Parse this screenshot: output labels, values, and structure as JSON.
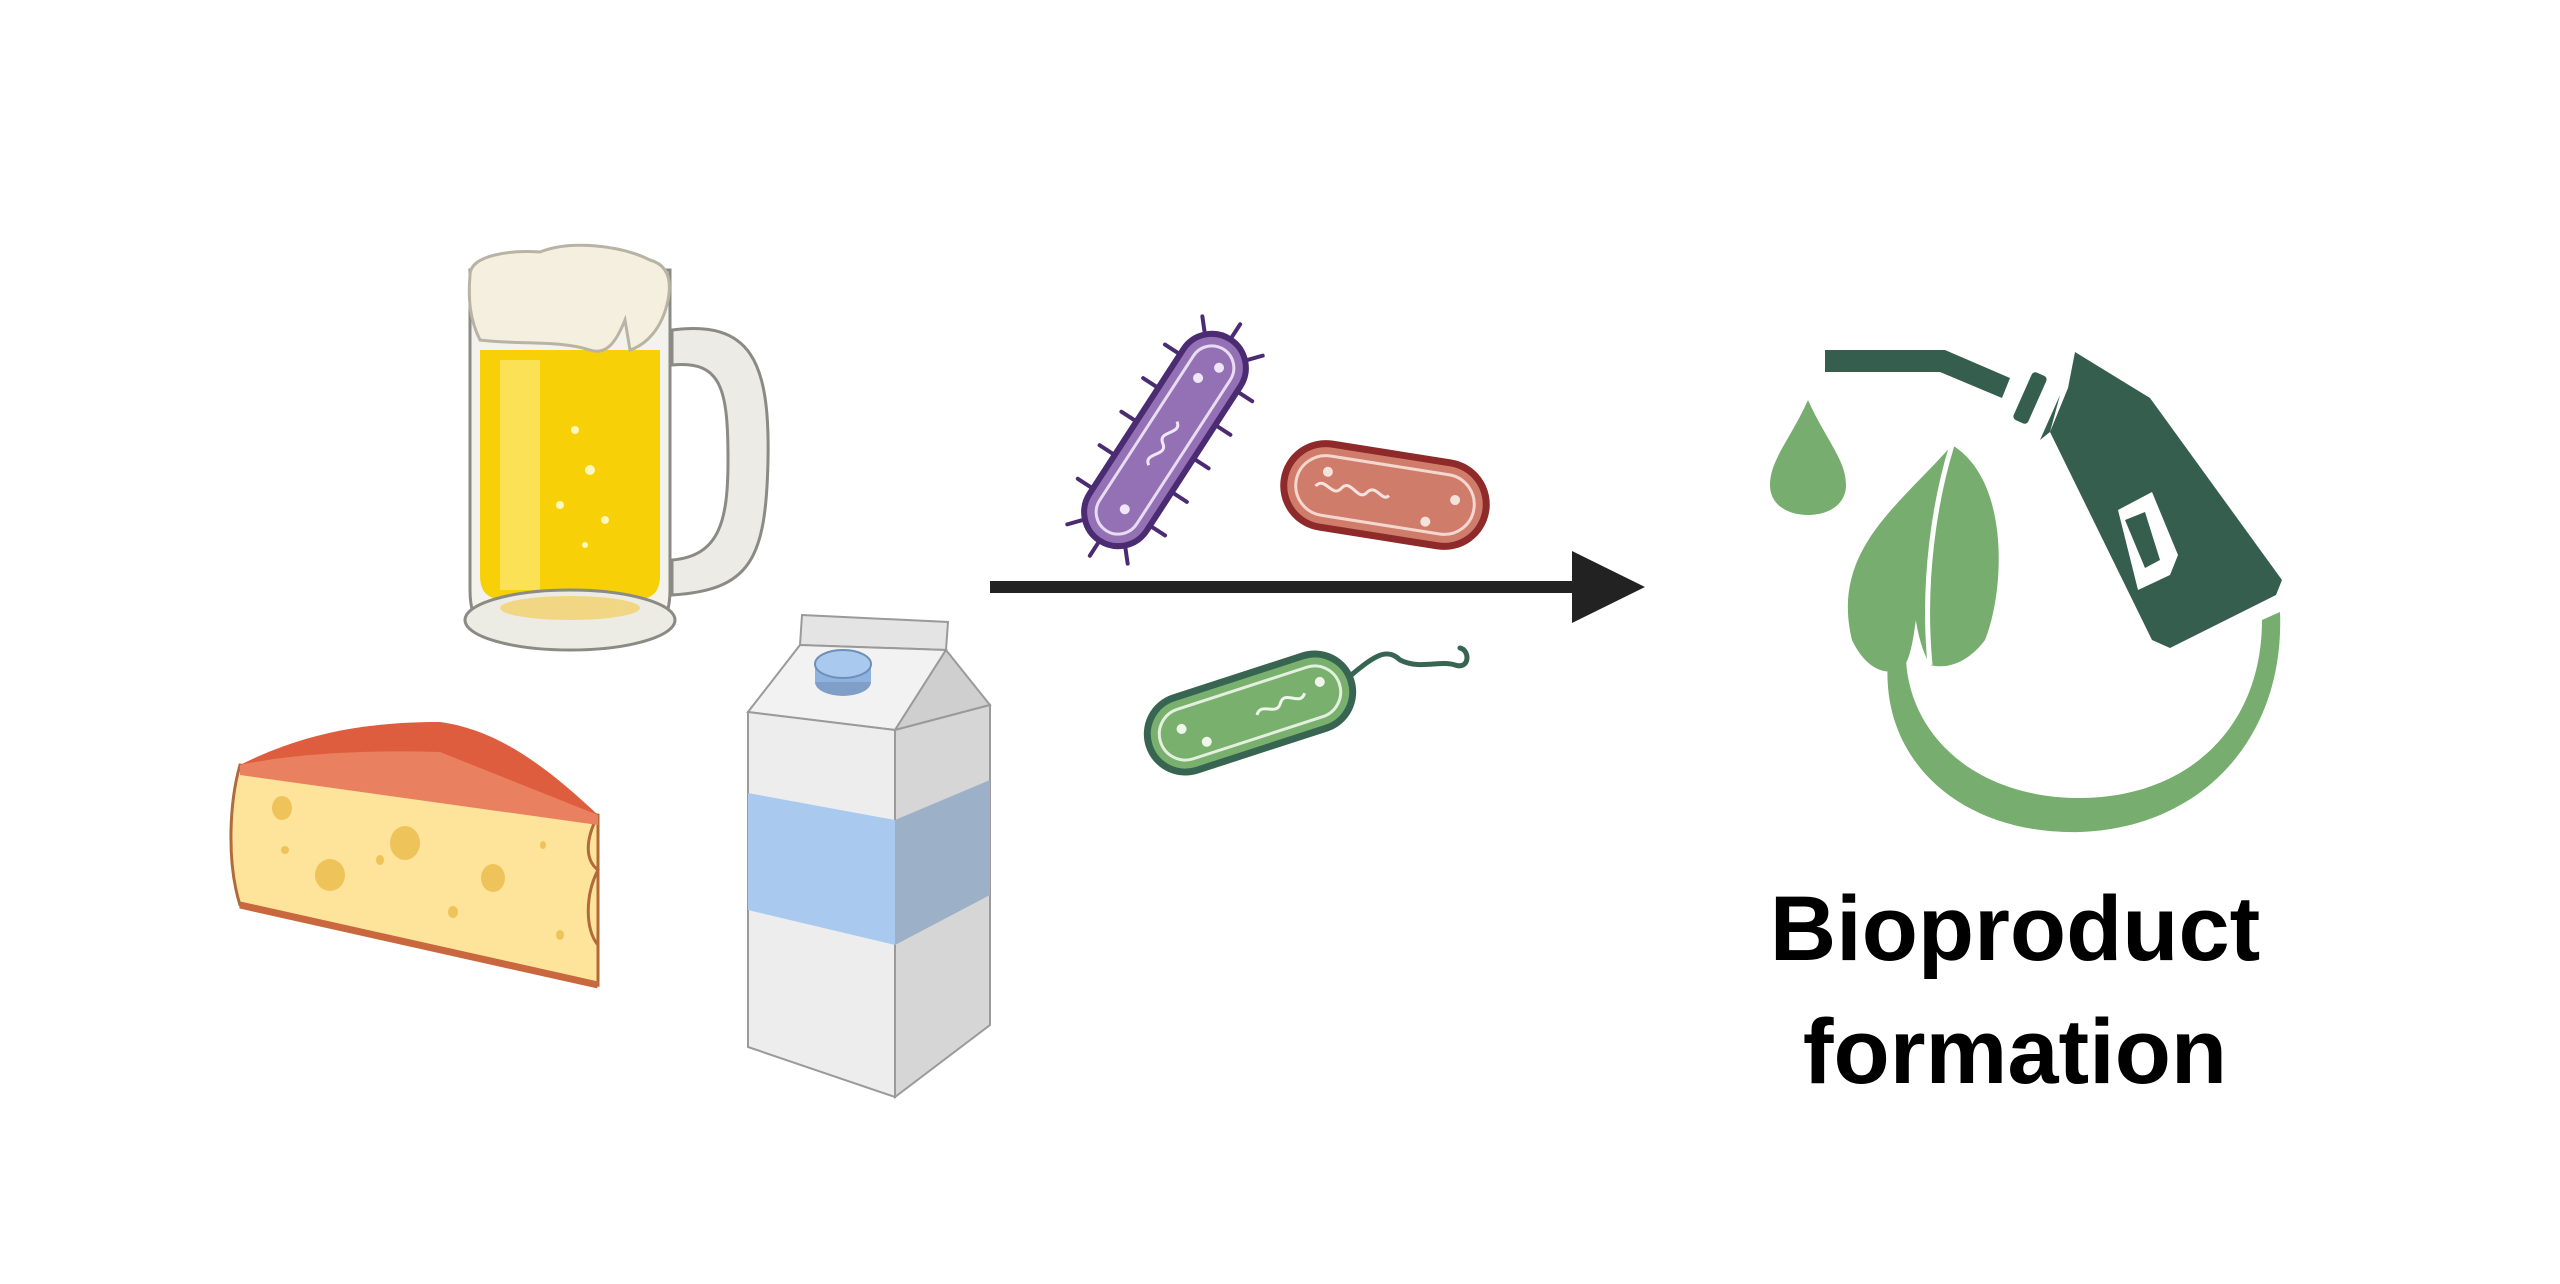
{
  "label": {
    "line1": "Bioproduct",
    "line2": "formation"
  },
  "colors": {
    "beer": "#f7d008",
    "foam": "#f4efde",
    "cheese_rind": "#de5d3e",
    "cheese_body": "#fde49a",
    "carton_band": "#a9c9ef",
    "carton_cap": "#8fb3df",
    "bacterium_purple": "#9470b4",
    "bacterium_purple_edge": "#4b2c72",
    "bacterium_red": "#d07c6b",
    "bacterium_red_edge": "#8e2a2a",
    "bacterium_green": "#79b06e",
    "bacterium_green_edge": "#376552",
    "fuel_dark_green": "#365e4f",
    "leaf_green": "#77ad6e",
    "arrow": "#222222"
  },
  "icons": {
    "beer": "beer-mug-icon",
    "cheese": "cheese-wedge-icon",
    "milk": "milk-carton-icon",
    "bacteria": [
      "bacterium-purple-icon",
      "bacterium-red-icon",
      "bacterium-green-icon"
    ],
    "fuel": "biofuel-can-icon",
    "arrow": "process-arrow"
  }
}
